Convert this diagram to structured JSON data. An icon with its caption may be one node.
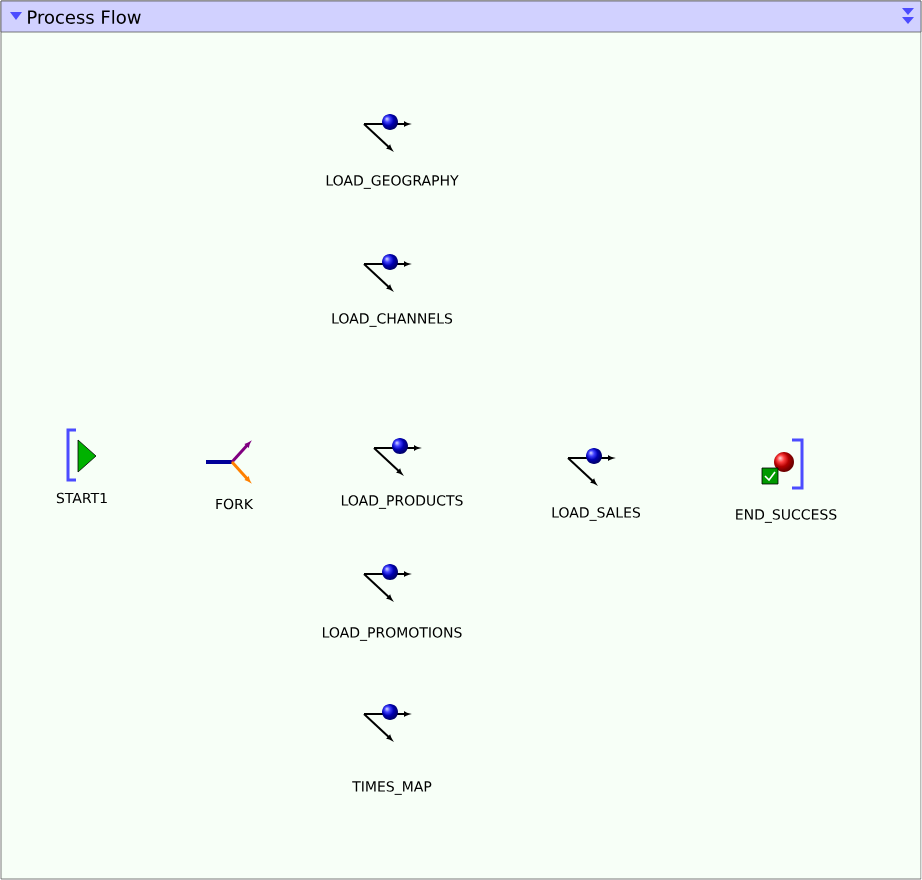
{
  "diagram": {
    "title": "Process Flow",
    "nodes": [
      {
        "text": [
          "LOAD_GEOGRAPHY"
        ]
      },
      {
        "text": [
          "LOAD_CHANNELS"
        ]
      },
      {
        "text": [
          "START1"
        ]
      },
      {
        "text": [
          "FORK"
        ]
      },
      {
        "text": [
          "LOAD_PRODUCTS"
        ]
      },
      {
        "text": [
          "LOAD_SALES"
        ]
      },
      {
        "text": [
          "END_SUCCESS"
        ]
      },
      {
        "text": [
          "LOAD_PROMOTIONS"
        ]
      },
      {
        "text": [
          "TIMES_MAP"
        ]
      }
    ]
  }
}
